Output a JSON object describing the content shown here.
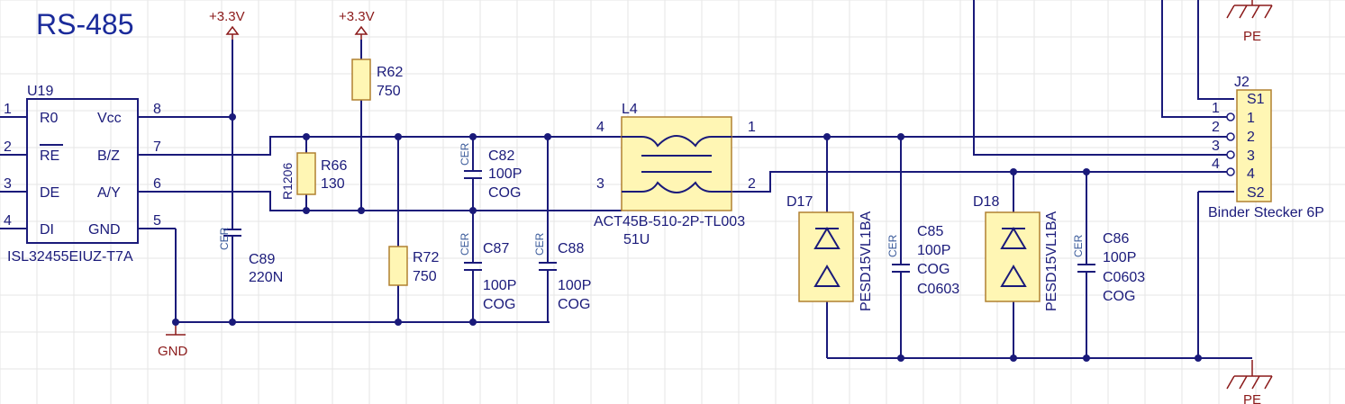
{
  "title": "RS-485",
  "power": {
    "vcc_left": "+3.3V",
    "vcc_right": "+3.3V",
    "gnd": "GND",
    "pe_top": "PE",
    "pe_bottom": "PE"
  },
  "u19": {
    "ref": "U19",
    "part": "ISL32455EIUZ-T7A",
    "left_pins": [
      {
        "num": "1",
        "name": "R0"
      },
      {
        "num": "2",
        "name": "RE"
      },
      {
        "num": "3",
        "name": "DE"
      },
      {
        "num": "4",
        "name": "DI"
      }
    ],
    "right_pins": [
      {
        "num": "8",
        "name": "Vcc"
      },
      {
        "num": "7",
        "name": "B/Z"
      },
      {
        "num": "6",
        "name": "A/Y"
      },
      {
        "num": "5",
        "name": "GND"
      }
    ]
  },
  "r62": {
    "ref": "R62",
    "value": "750"
  },
  "r66": {
    "ref": "R66",
    "value": "130",
    "package": "R1206"
  },
  "r72": {
    "ref": "R72",
    "value": "750"
  },
  "c82": {
    "ref": "C82",
    "value": "100P",
    "dielectric": "COG",
    "type": "CER"
  },
  "c87": {
    "ref": "C87",
    "value": "100P",
    "dielectric": "COG",
    "type": "CER"
  },
  "c88": {
    "ref": "C88",
    "value": "100P",
    "dielectric": "COG",
    "type": "CER"
  },
  "c89": {
    "ref": "C89",
    "value": "220N",
    "type": "CER"
  },
  "l4": {
    "ref": "L4",
    "part": "ACT45B-510-2P-TL003",
    "value": "51U",
    "pins": [
      "4",
      "3",
      "1",
      "2"
    ]
  },
  "d17": {
    "ref": "D17",
    "part": "PESD15VL1BA"
  },
  "d18": {
    "ref": "D18",
    "part": "PESD15VL1BA"
  },
  "c85": {
    "ref": "C85",
    "value": "100P",
    "dielectric": "COG",
    "package": "C0603",
    "type": "CER"
  },
  "c86": {
    "ref": "C86",
    "value": "100P",
    "package": "C0603",
    "dielectric": "COG",
    "type": "CER"
  },
  "j2": {
    "ref": "J2",
    "part": "Binder Stecker 6P",
    "pins": [
      "S1",
      "1",
      "2",
      "3",
      "4",
      "S2"
    ],
    "ext_pins": [
      "1",
      "2",
      "3",
      "4"
    ]
  }
}
